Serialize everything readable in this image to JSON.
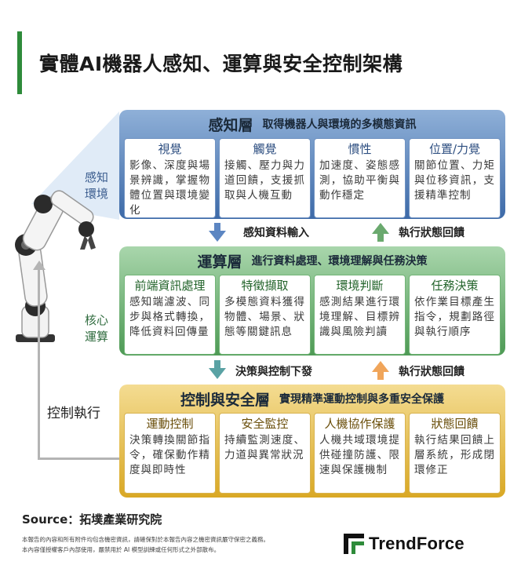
{
  "title": "實體AI機器人感知、運算與安全控制架構",
  "side_labels": {
    "perceive": [
      "感知",
      "環境"
    ],
    "compute": [
      "核心",
      "運算"
    ],
    "control": "控制執行"
  },
  "layers": [
    {
      "name": "感知層",
      "desc": "取得機器人與環境的多模態資訊",
      "color": "#3d6aa8",
      "cards": [
        {
          "title": "視覺",
          "body": "影像、深度與場景辨識，掌握物體位置與環境變化"
        },
        {
          "title": "觸覺",
          "body": "接觸、壓力與力道回饋，支援抓取與人機互動"
        },
        {
          "title": "慣性",
          "body": "加速度、姿態感測，協助平衡與動作穩定"
        },
        {
          "title": "位置/力覺",
          "body": "關節位置、力矩與位移資訊，支援精準控制"
        }
      ]
    },
    {
      "name": "運算層",
      "desc": "進行資料處理、環境理解與任務決策",
      "color": "#4e9a55",
      "cards": [
        {
          "title": "前端資訊處理",
          "body": "感知端濾波、同步與格式轉換，降低資料回傳量"
        },
        {
          "title": "特徵擷取",
          "body": "多模態資料獲得物體、場景、狀態等關鍵訊息"
        },
        {
          "title": "環境判斷",
          "body": "感測結果進行環境理解、目標辨識與風險判讀"
        },
        {
          "title": "任務決策",
          "body": "依作業目標產生指令，規劃路徑與執行順序"
        }
      ]
    },
    {
      "name": "控制與安全層",
      "desc": "實現精準運動控制與多重安全保護",
      "color": "#d9a824",
      "cards": [
        {
          "title": "運動控制",
          "body": "決策轉換關節指令，確保動作精度與即時性"
        },
        {
          "title": "安全監控",
          "body": "持續監測速度、力道與異常狀況"
        },
        {
          "title": "人機協作保護",
          "body": "人機共域環境提供碰撞防護、限速與保護機制"
        },
        {
          "title": "狀態回饋",
          "body": "執行結果回饋上層系統，形成閉環修正"
        }
      ]
    }
  ],
  "flows": {
    "sense_input": "感知資料輸入",
    "exec_feedback_1": "執行狀態回饋",
    "decision_down": "決策與控制下發",
    "exec_feedback_2": "執行狀態回饋"
  },
  "source": "Source：拓墣產業研究院",
  "disclaimer": [
    "本報告的內容和所有附件均包含機密資訊，請確保對於本報告內容之機密資訊嚴守保密之義務。",
    "本內容僅授權客戶內部使用，嚴禁用於 AI 模型訓練或任何形式之外部散布。"
  ],
  "brand": "TrendForce"
}
